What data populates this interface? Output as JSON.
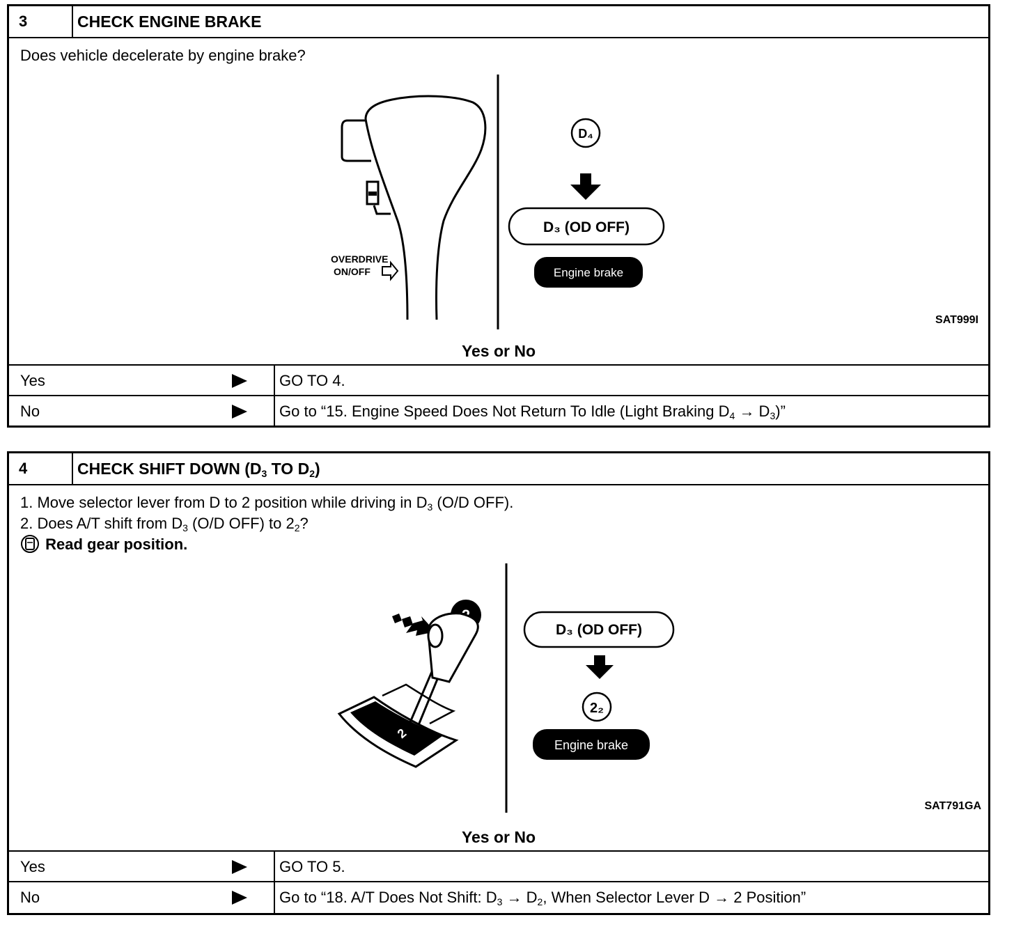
{
  "step3": {
    "number": "3",
    "title": "CHECK ENGINE BRAKE",
    "question": "Does vehicle decelerate by engine brake?",
    "figure": {
      "button_label_line1": "OVERDRIVE",
      "button_label_line2": "ON/OFF",
      "from_gear": "D₄",
      "to_gear": "D₃ (OD OFF)",
      "badge": "Engine brake",
      "code": "SAT999I"
    },
    "prompt": "Yes or No",
    "rows": [
      {
        "answer": "Yes",
        "action": "GO TO 4."
      },
      {
        "answer": "No",
        "action_pre": "Go to “15. Engine Speed Does Not Return To Idle (Light Braking D",
        "sub1": "4",
        "mid": " → D",
        "sub2": "3",
        "action_post": ")”"
      }
    ]
  },
  "step4": {
    "number": "4",
    "title_pre": "CHECK SHIFT DOWN (D",
    "title_sub1": "3",
    "title_mid": " TO D",
    "title_sub2": "2",
    "title_post": ")",
    "line1_pre": "1.  Move selector lever from D to 2 position while driving in D",
    "line1_sub": "3",
    "line1_post": " (O/D OFF).",
    "line2_pre": "2.  Does A/T shift from D",
    "line2_sub": "3",
    "line2_mid": " (O/D OFF) to 2",
    "line2_sub2": "2",
    "line2_post": "?",
    "line3": "Read gear position.",
    "figure": {
      "step_badge": "2",
      "gate_label": "2",
      "from_gear": "D₃ (OD OFF)",
      "to_gear": "2₂",
      "badge": "Engine brake",
      "code": "SAT791GA"
    },
    "prompt": "Yes or No",
    "rows": [
      {
        "answer": "Yes",
        "action": "GO TO 5."
      },
      {
        "answer": "No",
        "action_pre": "Go to “18. A/T Does Not Shift: D",
        "sub1": "3",
        "mid": " → D",
        "sub2": "2",
        "action_post": ", When Selector Lever D → 2 Position”"
      }
    ]
  }
}
